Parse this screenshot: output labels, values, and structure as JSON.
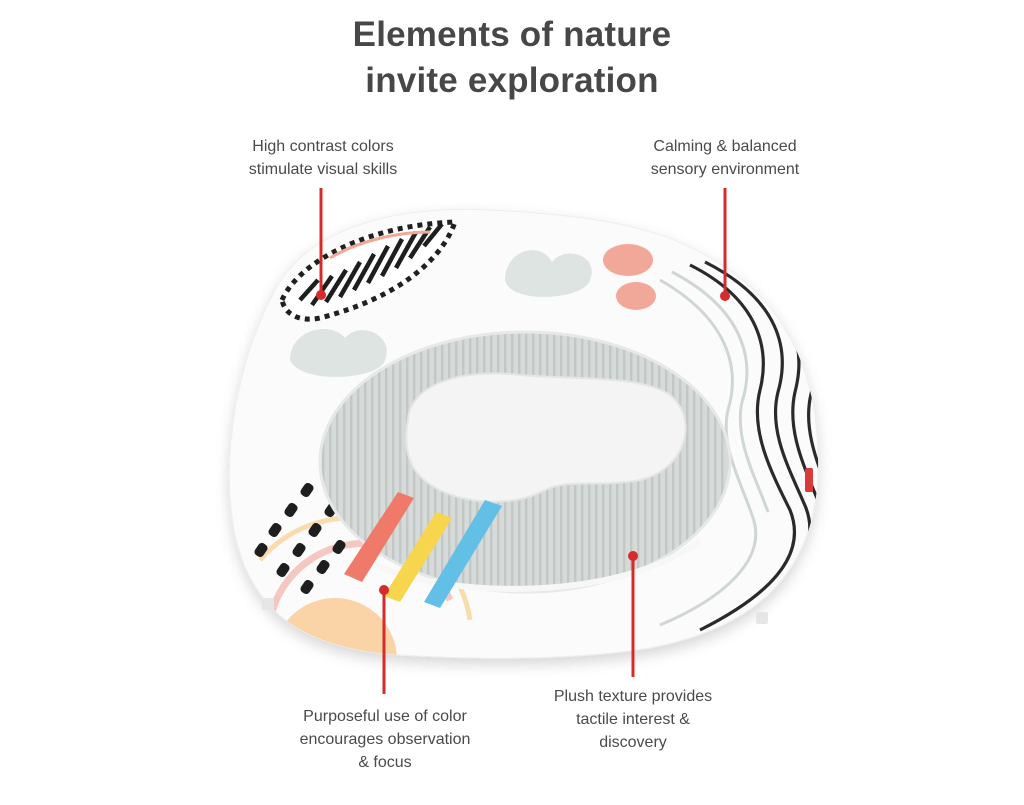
{
  "title": {
    "line1": "Elements of nature",
    "line2": "invite exploration"
  },
  "callouts": {
    "high_contrast": {
      "line1": "High contrast colors",
      "line2": "stimulate visual skills"
    },
    "calming": {
      "line1": "Calming & balanced",
      "line2": "sensory environment"
    },
    "color": {
      "line1": "Purposeful use of color",
      "line2": "encourages observation",
      "line3": "& focus"
    },
    "texture": {
      "line1": "Plush texture provides",
      "line2": "tactile interest &",
      "line3": "discovery"
    }
  },
  "colors": {
    "title": "#474747",
    "text": "#4a4a4a",
    "accent_line": "#d62b2b",
    "mat_base": "#fbfbfb",
    "ribbed_gray": "#d2d6d4",
    "coral": "#f1a898",
    "yellow": "#f7d64e",
    "blue": "#62bfe6",
    "peach": "#fad3a6",
    "cloud_gray": "#dee4e2"
  }
}
